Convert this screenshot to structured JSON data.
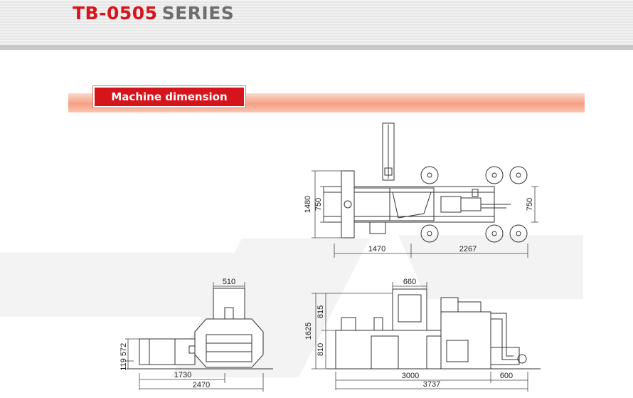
{
  "header": {
    "model": "TB-0505",
    "series": "SERIES"
  },
  "section": {
    "title": "Machine dimension"
  },
  "top_view": {
    "height_total": "1480",
    "height_inner_left": "750",
    "height_inner_right": "750",
    "length_left": "1470",
    "length_right": "2267"
  },
  "side_view": {
    "height_total": "1625",
    "height_upper": "815",
    "height_lower": "810",
    "hopper_width": "660",
    "length_main": "3000",
    "length_extra": "600",
    "length_total": "3737"
  },
  "end_view": {
    "top_width": "510",
    "height_a": "119",
    "height_b": "572",
    "length_inner": "1730",
    "length_total": "2470"
  },
  "colors": {
    "accent_red": "#d6141b",
    "series_gray": "#6e6e6e",
    "section_band": "#f5a084"
  }
}
